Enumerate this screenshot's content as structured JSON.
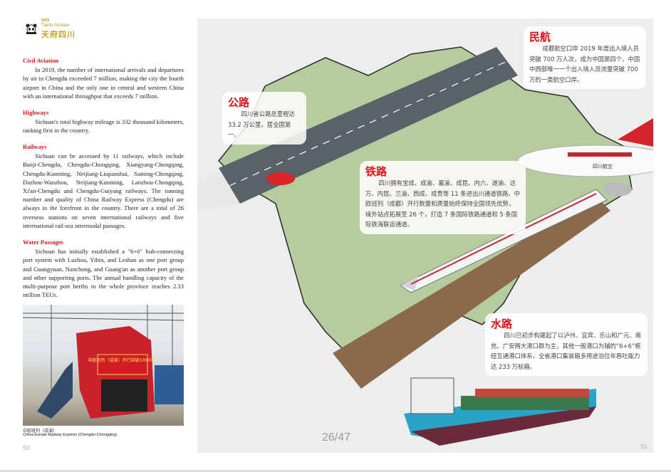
{
  "logo": {
    "year": "2020",
    "en": "Tianfu Sichuan",
    "cn": "天府四川"
  },
  "left": {
    "sections": [
      {
        "title": "Civil Aviation",
        "body": "In 2019, the number of international arrivals and departures by air in Chengdu exceeded 7 million, making the city the fourth airport in China and the only one in central and western China with an international throughput that exceeds 7 million."
      },
      {
        "title": "Highways",
        "body": "Sichuan's total highway mileage is 332 thousand kilometers, ranking first in the country."
      },
      {
        "title": "Railways",
        "body": "Sichuan can be accessed by 11 railways, which include Baoji-Chengdu, Chengdu-Chongqing, Xiangyang-Chongqing, Chengdu-Kunming, Neijiang-Liupanshui, Suining-Chongqing, Dazhou-Wanzhou, Neijiang-Kunming, Lanzhou-Chongqing, Xi'an-Chengdu and Chengdu-Guiyang railways. The running number and quality of China Railway Express (Chengdu) are always in the forefront in the country. There are a total of 26 overseas stations on seven international railways and five international rail-sea intermodal passages."
      },
      {
        "title": "Water Passages",
        "body": "Sichuan has initially established a \"6+6\" hub-connecting port system with Luzhou, Yibin, and Leshan as one port group and Guangyuan, Nanchong, and Guang'an as another port group and other supporting ports. The annual handling capacity of the multi-purpose port berths in the whole province reaches 2.33 million TEUs."
      }
    ],
    "photo_banner": "中欧班列（成渝）开行突破10000列",
    "caption_cn": "中欧班列（成渝）",
    "caption_en": "China-Europe Railway Express (Chengdu-Chongqing)",
    "page_number": "50"
  },
  "right": {
    "cards": {
      "aviation": {
        "title": "民航",
        "body": "成都航空口岸 2019 年度出入境人员突破 700 万人次，成为中国第四个、中国中西部唯一一个出入境人员流量突破 700 万的一类航空口岸。"
      },
      "highway": {
        "title": "公路",
        "body": "四川省公路总里程达 33.2 万公里，居全国第一。"
      },
      "railway": {
        "title": "铁路",
        "body": "四川拥有宝成、成渝、襄渝、成昆、内六、遂渝、达万、内昆、兰渝、西成、成贵等 11 条进出川通道铁路。中欧班列（成都）开行数量和质量始终保持全国领先优势，境外站点拓展至 26 个，打造 7 条国际铁路通道和 5 条国际铁海联运通道。"
      },
      "water": {
        "title": "水路",
        "body": "四川已初步构建起了以泸州、宜宾、乐山和广元、南充、广安两大港口群为主，其他一般港口为辅的“6+6”枢纽互通港口体系，全省港口集装箱多用途泊位年吞吐能力达 233 万标箱。"
      }
    },
    "plane_text": "四川航空",
    "page_number": "51"
  },
  "viewer": {
    "page_counter": "26/47"
  }
}
